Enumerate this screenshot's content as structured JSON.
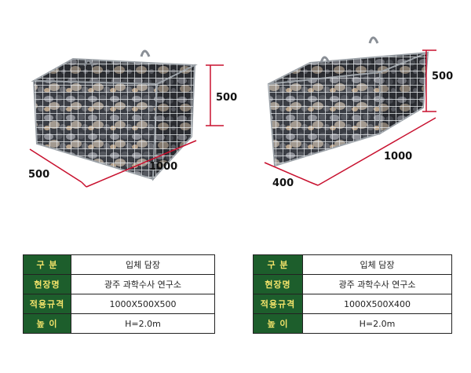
{
  "left_gabion": {
    "dims": {
      "height": "500",
      "length": "1000",
      "width": "500"
    },
    "spec_table": [
      {
        "key": "구 분",
        "value": "입체 담장"
      },
      {
        "key": "현장명",
        "value": "광주 과학수사 연구소"
      },
      {
        "key": "적용규격",
        "value": "1000X500X500"
      },
      {
        "key": "높 이",
        "value": "H=2.0m"
      }
    ]
  },
  "right_gabion": {
    "dims": {
      "height": "500",
      "length": "1000",
      "width": "400"
    },
    "spec_table": [
      {
        "key": "구 분",
        "value": "입체 담장"
      },
      {
        "key": "현장명",
        "value": "광주 과학수사 연구소"
      },
      {
        "key": "적용규격",
        "value": "1000X500X400"
      },
      {
        "key": "높 이",
        "value": "H=2.0m"
      }
    ]
  },
  "colors": {
    "dimension_line": "#c8102e",
    "table_key_bg": "#1d5e2c",
    "table_key_text": "#f3e36a"
  }
}
